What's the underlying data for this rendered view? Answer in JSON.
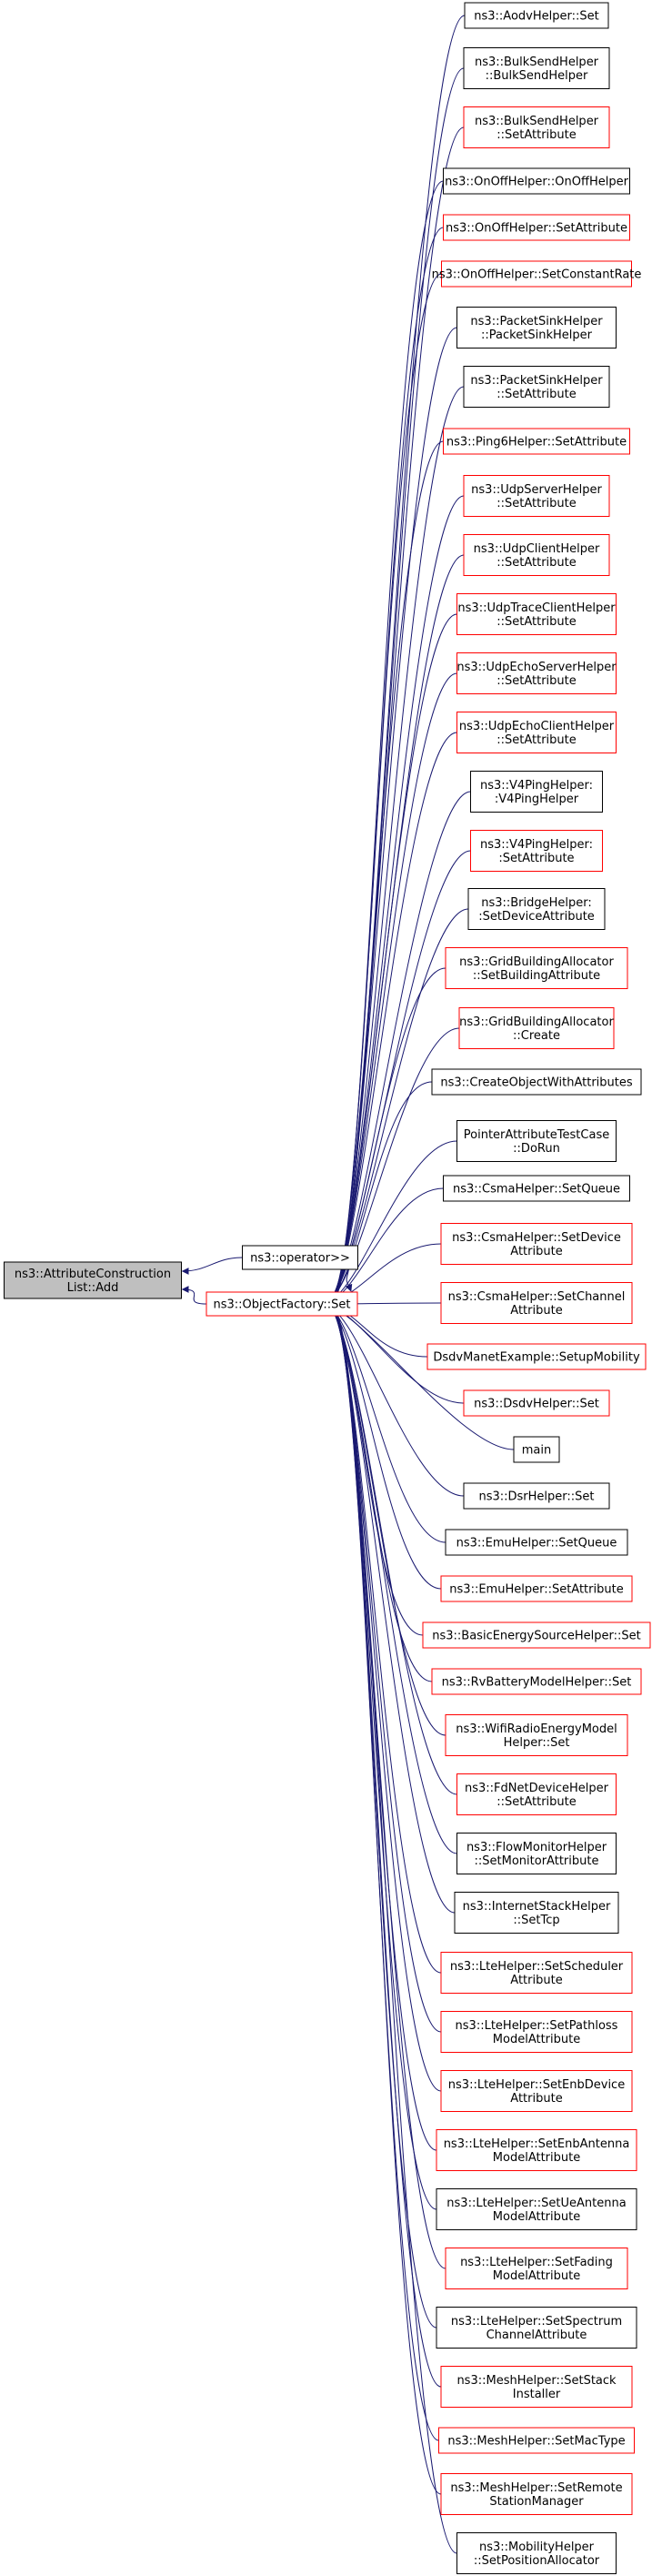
{
  "root": {
    "lines": [
      "ns3::AttributeConstruction",
      "List::Add"
    ]
  },
  "operator_node": {
    "lines": [
      "ns3::operator>>"
    ]
  },
  "factory_node": {
    "lines": [
      "ns3::ObjectFactory::Set"
    ]
  },
  "callers": [
    {
      "lines": [
        "ns3::AodvHelper::Set"
      ],
      "red": false
    },
    {
      "lines": [
        "ns3::BulkSendHelper",
        "::BulkSendHelper"
      ],
      "red": false
    },
    {
      "lines": [
        "ns3::BulkSendHelper",
        "::SetAttribute"
      ],
      "red": true
    },
    {
      "lines": [
        "ns3::OnOffHelper::OnOffHelper"
      ],
      "red": false
    },
    {
      "lines": [
        "ns3::OnOffHelper::SetAttribute"
      ],
      "red": true
    },
    {
      "lines": [
        "ns3::OnOffHelper::SetConstantRate"
      ],
      "red": true
    },
    {
      "lines": [
        "ns3::PacketSinkHelper",
        "::PacketSinkHelper"
      ],
      "red": false
    },
    {
      "lines": [
        "ns3::PacketSinkHelper",
        "::SetAttribute"
      ],
      "red": false
    },
    {
      "lines": [
        "ns3::Ping6Helper::SetAttribute"
      ],
      "red": true
    },
    {
      "lines": [
        "ns3::UdpServerHelper",
        "::SetAttribute"
      ],
      "red": true
    },
    {
      "lines": [
        "ns3::UdpClientHelper",
        "::SetAttribute"
      ],
      "red": true
    },
    {
      "lines": [
        "ns3::UdpTraceClientHelper",
        "::SetAttribute"
      ],
      "red": true
    },
    {
      "lines": [
        "ns3::UdpEchoServerHelper",
        "::SetAttribute"
      ],
      "red": true
    },
    {
      "lines": [
        "ns3::UdpEchoClientHelper",
        "::SetAttribute"
      ],
      "red": true
    },
    {
      "lines": [
        "ns3::V4PingHelper:",
        ":V4PingHelper"
      ],
      "red": false
    },
    {
      "lines": [
        "ns3::V4PingHelper:",
        ":SetAttribute"
      ],
      "red": true
    },
    {
      "lines": [
        "ns3::BridgeHelper:",
        ":SetDeviceAttribute"
      ],
      "red": false
    },
    {
      "lines": [
        "ns3::GridBuildingAllocator",
        "::SetBuildingAttribute"
      ],
      "red": true
    },
    {
      "lines": [
        "ns3::GridBuildingAllocator",
        "::Create"
      ],
      "red": true
    },
    {
      "lines": [
        "ns3::CreateObjectWithAttributes"
      ],
      "red": false
    },
    {
      "lines": [
        "PointerAttributeTestCase",
        "::DoRun"
      ],
      "red": false
    },
    {
      "lines": [
        "ns3::CsmaHelper::SetQueue"
      ],
      "red": false
    },
    {
      "lines": [
        "ns3::CsmaHelper::SetDevice",
        "Attribute"
      ],
      "red": true
    },
    {
      "lines": [
        "ns3::CsmaHelper::SetChannel",
        "Attribute"
      ],
      "red": true
    },
    {
      "lines": [
        "DsdvManetExample::SetupMobility"
      ],
      "red": true
    },
    {
      "lines": [
        "ns3::DsdvHelper::Set"
      ],
      "red": true
    },
    {
      "lines": [
        "main"
      ],
      "red": false
    },
    {
      "lines": [
        "ns3::DsrHelper::Set"
      ],
      "red": false
    },
    {
      "lines": [
        "ns3::EmuHelper::SetQueue"
      ],
      "red": false
    },
    {
      "lines": [
        "ns3::EmuHelper::SetAttribute"
      ],
      "red": true
    },
    {
      "lines": [
        "ns3::BasicEnergySourceHelper::Set"
      ],
      "red": true
    },
    {
      "lines": [
        "ns3::RvBatteryModelHelper::Set"
      ],
      "red": true
    },
    {
      "lines": [
        "ns3::WifiRadioEnergyModel",
        "Helper::Set"
      ],
      "red": true
    },
    {
      "lines": [
        "ns3::FdNetDeviceHelper",
        "::SetAttribute"
      ],
      "red": true
    },
    {
      "lines": [
        "ns3::FlowMonitorHelper",
        "::SetMonitorAttribute"
      ],
      "red": false
    },
    {
      "lines": [
        "ns3::InternetStackHelper",
        "::SetTcp"
      ],
      "red": false
    },
    {
      "lines": [
        "ns3::LteHelper::SetScheduler",
        "Attribute"
      ],
      "red": true
    },
    {
      "lines": [
        "ns3::LteHelper::SetPathloss",
        "ModelAttribute"
      ],
      "red": true
    },
    {
      "lines": [
        "ns3::LteHelper::SetEnbDevice",
        "Attribute"
      ],
      "red": true
    },
    {
      "lines": [
        "ns3::LteHelper::SetEnbAntenna",
        "ModelAttribute"
      ],
      "red": true
    },
    {
      "lines": [
        "ns3::LteHelper::SetUeAntenna",
        "ModelAttribute"
      ],
      "red": false
    },
    {
      "lines": [
        "ns3::LteHelper::SetFading",
        "ModelAttribute"
      ],
      "red": true
    },
    {
      "lines": [
        "ns3::LteHelper::SetSpectrum",
        "ChannelAttribute"
      ],
      "red": false
    },
    {
      "lines": [
        "ns3::MeshHelper::SetStack",
        "Installer"
      ],
      "red": true
    },
    {
      "lines": [
        "ns3::MeshHelper::SetMacType"
      ],
      "red": true
    },
    {
      "lines": [
        "ns3::MeshHelper::SetRemote",
        "StationManager"
      ],
      "red": true
    },
    {
      "lines": [
        "ns3::MobilityHelper",
        "::SetPositionAllocator"
      ],
      "red": false
    }
  ],
  "colors": {
    "edge": "#191970",
    "border_black": "#000000",
    "border_red": "#ff0000",
    "root_fill": "#bfbfbf",
    "node_fill": "#ffffff"
  }
}
